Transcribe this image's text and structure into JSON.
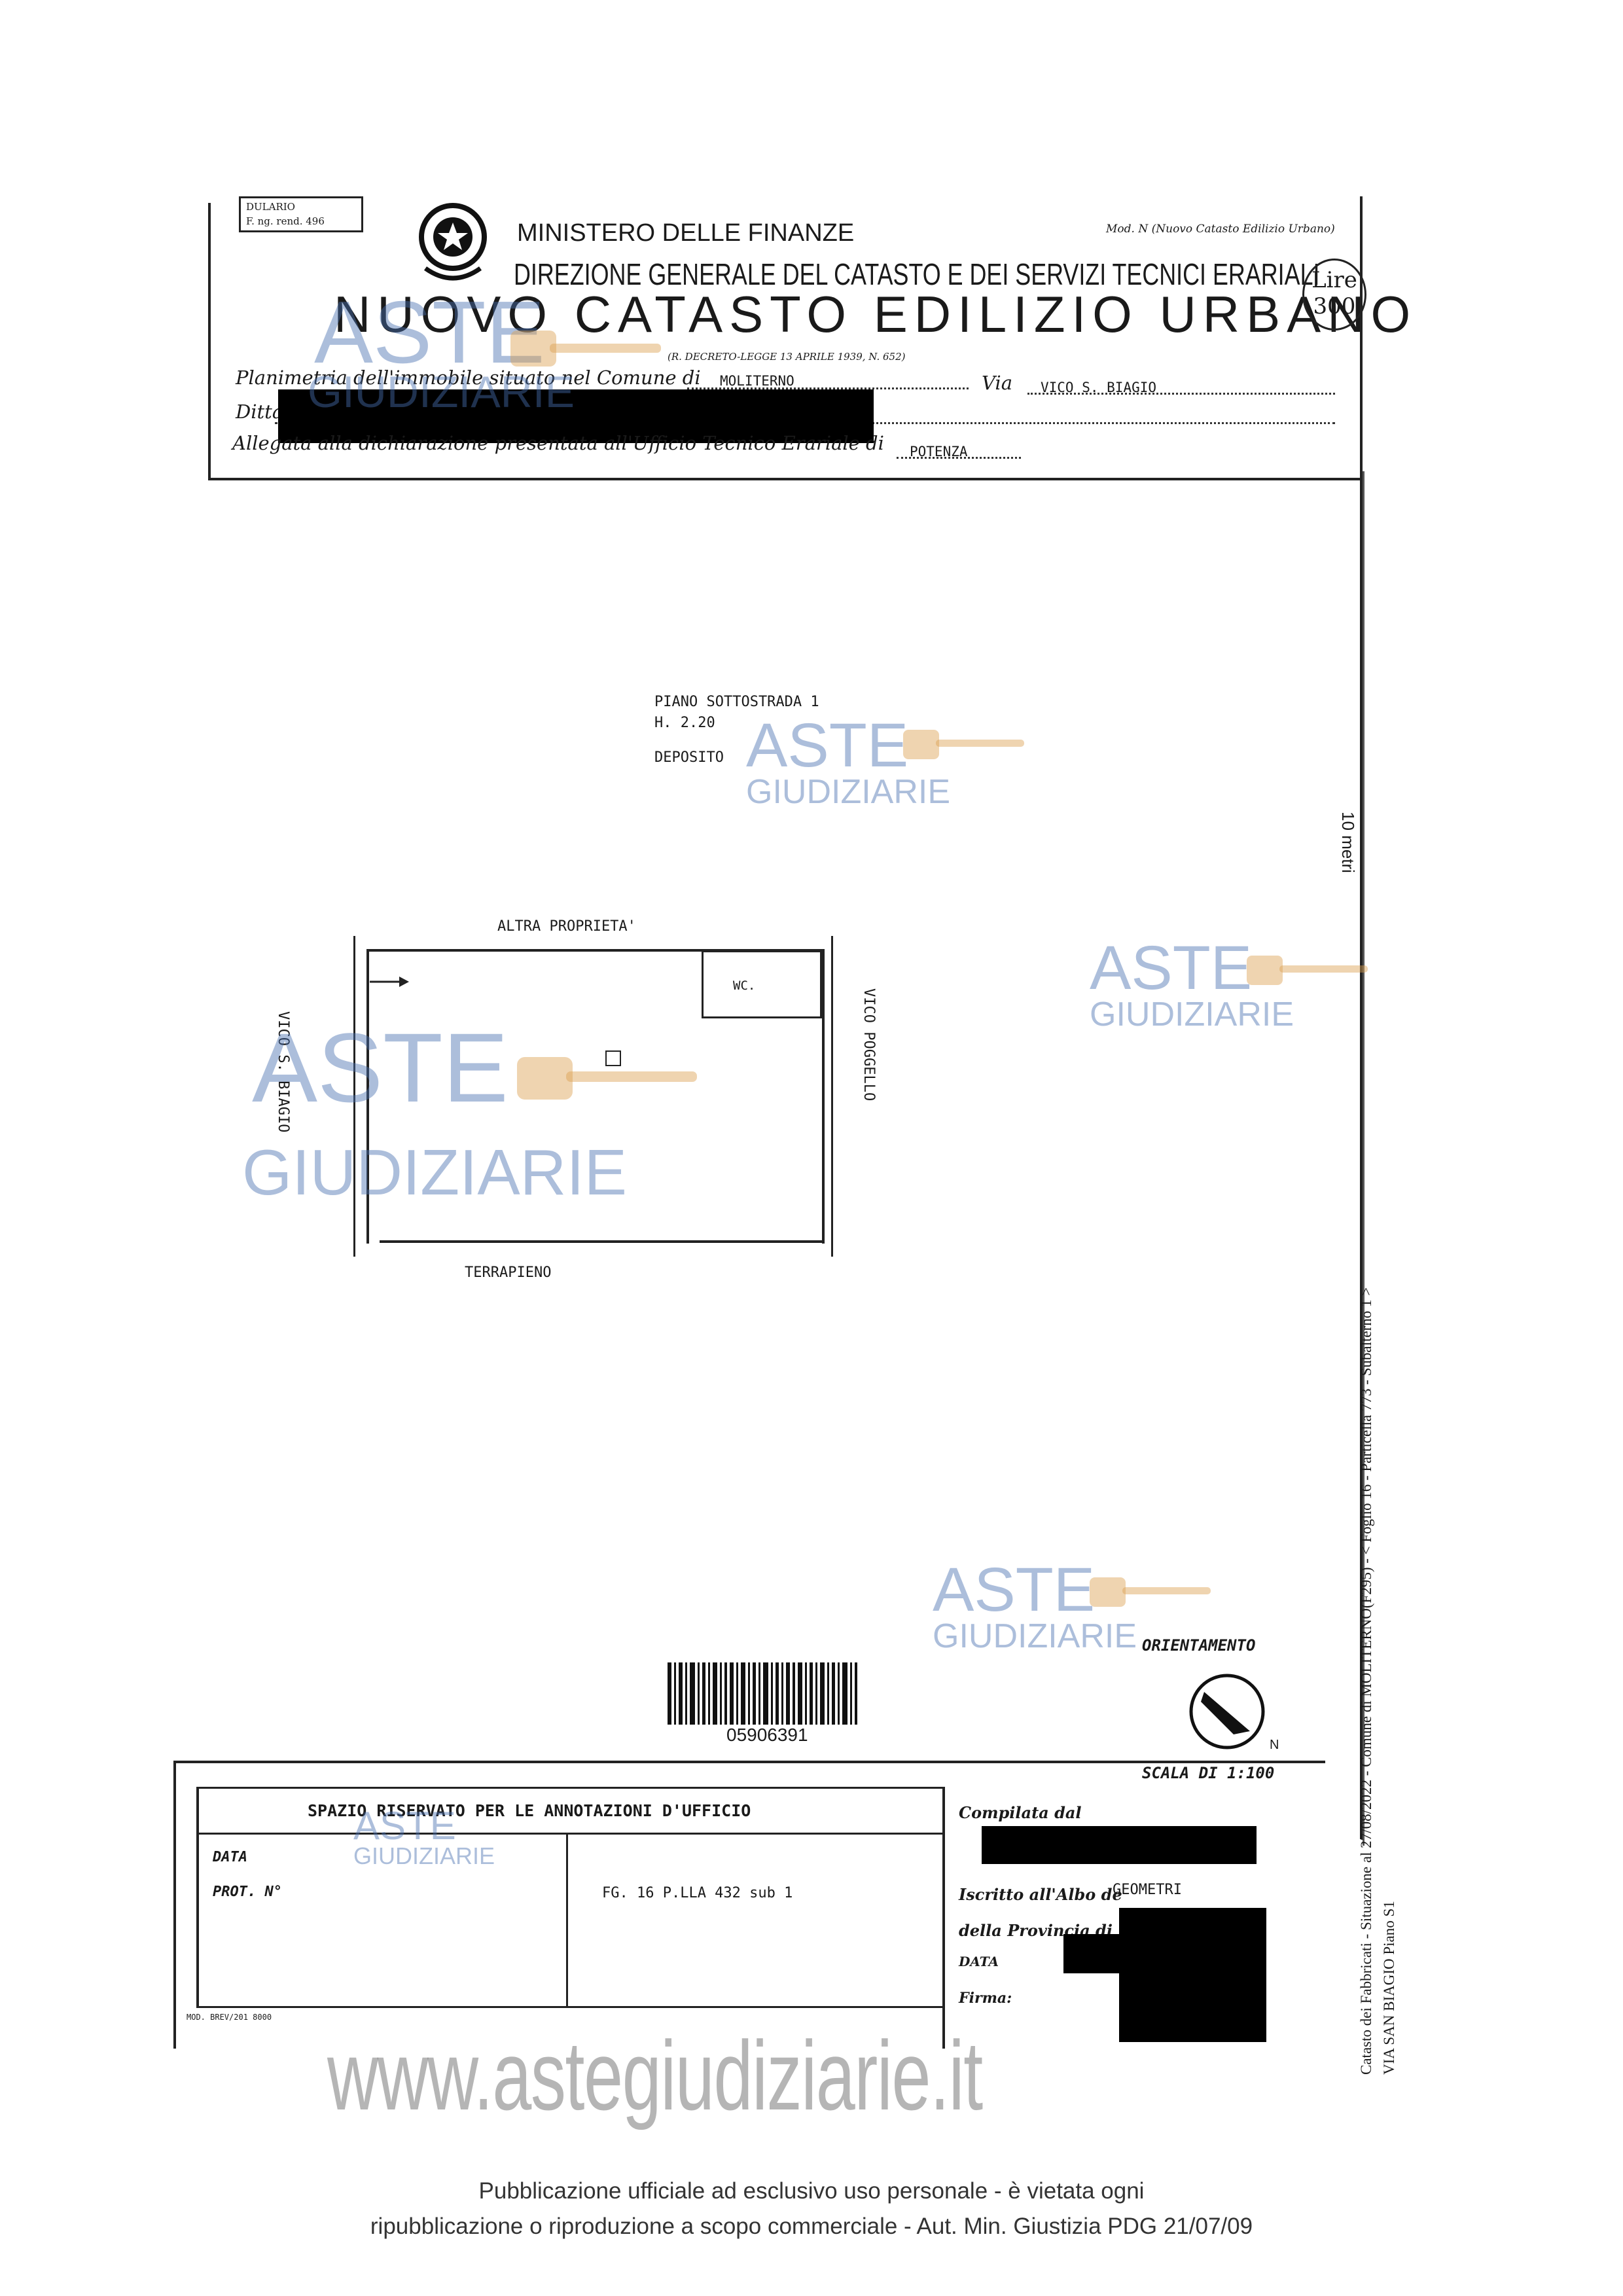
{
  "header": {
    "form_code_line1": "DULARIO",
    "form_code_line2": "F. ng. rend. 496",
    "ministry": "MINISTERO DELLE FINANZE",
    "direction": "DIREZIONE GENERALE DEL CATASTO E DEI SERVIZI TECNICI ERARIALI",
    "title": "NUOVO CATASTO EDILIZIO URBANO",
    "decree": "(R. DECRETO-LEGGE 13 APRILE 1939, N. 652)",
    "model_note": "Mod. N (Nuovo Catasto Edilizio Urbano)",
    "lire_label": "Lire",
    "lire_value": "300"
  },
  "form": {
    "planimetria_label": "Planimetria dell'immobile situato nel Comune di",
    "comune_value": "MOLITERNO",
    "via_label": "Via",
    "via_value": "VICO S. BIAGIO",
    "ditta_label": "Ditta",
    "allegata_label": "Allegata alla dichiarazione presentata all'Ufficio Tecnico Erariale di",
    "ufficio_value": "POTENZA"
  },
  "plan": {
    "floor": "PIANO SOTTOSTRADA 1",
    "height": "H. 2.20",
    "use": "DEPOSITO",
    "north_side": "ALTRA PROPRIETA'",
    "west_side": "VICO S. BIAGIO",
    "east_side": "VICO POGGELLO",
    "south_side": "TERRAPIENO",
    "wc": "WC."
  },
  "orientation": {
    "label": "ORIENTAMENTO",
    "scale": "SCALA DI 1:100",
    "north_letter": "N"
  },
  "barcode": {
    "number": "05906391"
  },
  "side_text": {
    "scale_bar": "10 metri",
    "line1": "Catasto dei Fabbricati - Situazione al 27/08/2022 - Comune di MOLITERNO(F295) - < Foglio 16 - Particella 773 - Subalterno 1 >",
    "line2": "VIA SAN BIAGIO Piano S1"
  },
  "office_box": {
    "heading": "SPAZIO RISERVATO PER LE ANNOTAZIONI D'UFFICIO",
    "data_label": "DATA",
    "prot_label": "PROT. N°",
    "reference": "FG. 16 P.LLA 432 sub 1",
    "compilata_label": "Compilata dal",
    "iscritto_label": "Iscritto all'Albo de",
    "iscritto_value": "GEOMETRI",
    "provincia_label": "della Provincia di",
    "data2_label": "DATA",
    "firma_label": "Firma:",
    "footer_code": "MOD. BREV/201 8000"
  },
  "watermark": {
    "brand_top": "ASTE",
    "brand_bottom": "GIUDIZIARIE",
    "url": "www.astegiudiziarie.it"
  },
  "footer": {
    "line1": "Pubblicazione ufficiale ad esclusivo uso personale - è vietata ogni",
    "line2": "ripubblicazione o riproduzione a scopo commerciale - Aut. Min. Giustizia PDG 21/07/09"
  }
}
